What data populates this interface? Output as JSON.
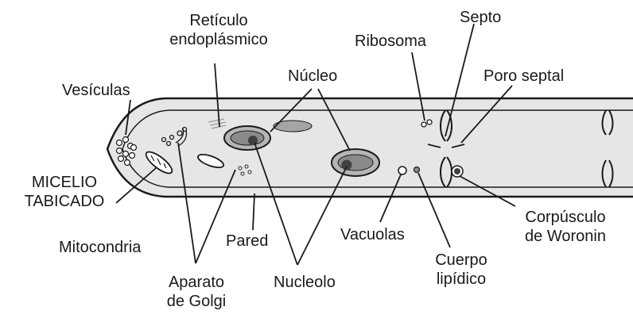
{
  "labels": {
    "reticulo_line1": "Retículo",
    "reticulo_line2": "endoplásmico",
    "septo": "Septo",
    "ribosoma": "Ribosoma",
    "poro_septal": "Poro septal",
    "nucleo": "Núcleo",
    "vesiculas": "Vesículas",
    "micelio_line1": "MICELIO",
    "micelio_line2": "TABICADO",
    "mitocondria": "Mitocondria",
    "pared": "Pared",
    "vacuolas": "Vacuolas",
    "corpusculo_line1": "Corpúsculo",
    "corpusculo_line2": "de Woronin",
    "cuerpo_line1": "Cuerpo",
    "cuerpo_line2": "lipídico",
    "aparato_line1": "Aparato",
    "aparato_line2": "de Golgi",
    "nucleolo": "Nucleolo"
  },
  "colors": {
    "ink": "#1a1a1a",
    "cell_fill": "#e6e6e6",
    "nucleus_fill": "#b5b5b5",
    "nucleolus_fill": "#404040"
  }
}
